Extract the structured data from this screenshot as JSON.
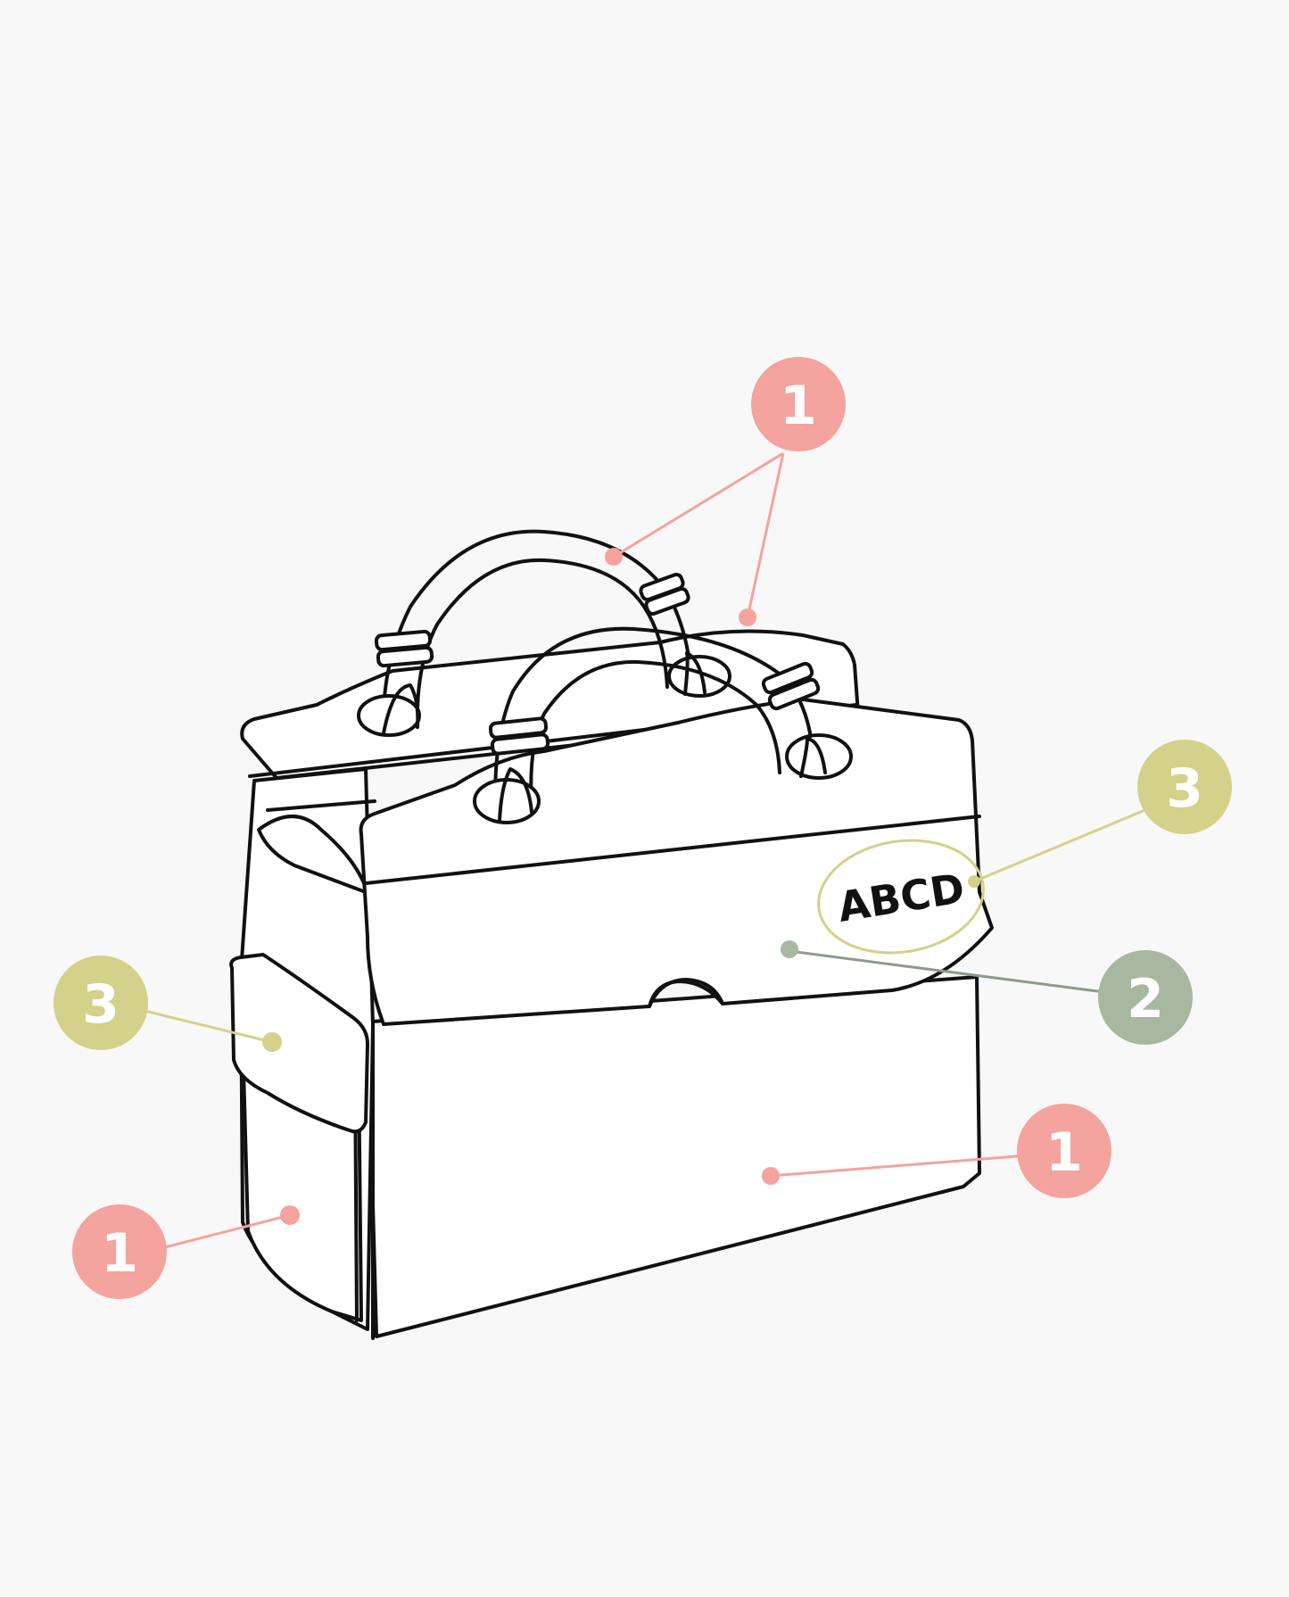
{
  "monogram": {
    "text": "ABCD"
  },
  "colors": {
    "background": "#f8f8f8",
    "material_1": "#f4a39e",
    "material_2": "#a8b8a0",
    "material_3": "#d3d18a",
    "outline": "#111111"
  },
  "callouts": [
    {
      "id": "c-handles",
      "label": "1",
      "color": "#f4a39e"
    },
    {
      "id": "c-monogram",
      "label": "3",
      "color": "#d3d18a"
    },
    {
      "id": "c-flap",
      "label": "2",
      "color": "#a8b8a0"
    },
    {
      "id": "c-front",
      "label": "1",
      "color": "#f4a39e"
    },
    {
      "id": "c-side-pocket",
      "label": "3",
      "color": "#d3d18a"
    },
    {
      "id": "c-side",
      "label": "1",
      "color": "#f4a39e"
    }
  ]
}
